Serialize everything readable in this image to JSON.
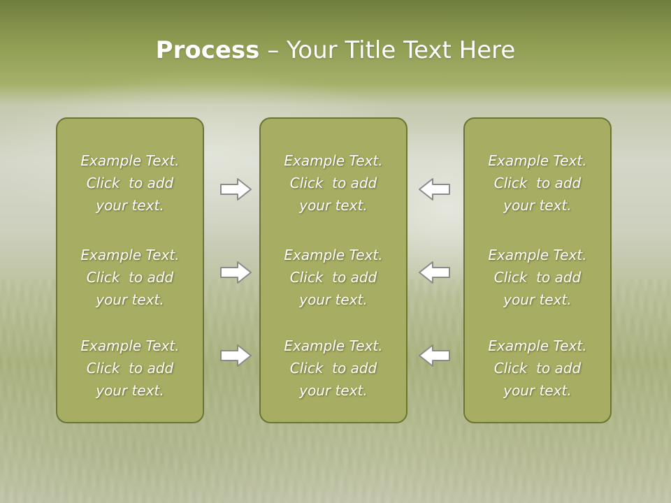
{
  "slide": {
    "title_bold": "Process",
    "title_dash": " – ",
    "title_rest": "Your Title Text Here"
  },
  "columns": [
    {
      "items": [
        {
          "line1": "Example Text.",
          "line2": "Click  to add",
          "line3": "your text."
        },
        {
          "line1": "Example Text.",
          "line2": "Click  to add",
          "line3": "your text."
        },
        {
          "line1": "Example Text.",
          "line2": "Click  to add",
          "line3": "your text."
        }
      ]
    },
    {
      "items": [
        {
          "line1": "Example Text.",
          "line2": "Click  to add",
          "line3": "your text."
        },
        {
          "line1": "Example Text.",
          "line2": "Click  to add",
          "line3": "your text."
        },
        {
          "line1": "Example Text.",
          "line2": "Click  to add",
          "line3": "your text."
        }
      ]
    },
    {
      "items": [
        {
          "line1": "Example Text.",
          "line2": "Click  to add",
          "line3": "your text."
        },
        {
          "line1": "Example Text.",
          "line2": "Click  to add",
          "line3": "your text."
        },
        {
          "line1": "Example Text.",
          "line2": "Click  to add",
          "line3": "your text."
        }
      ]
    }
  ],
  "arrows": {
    "left_to_middle": "right-arrow-icon",
    "right_to_middle": "left-arrow-icon"
  },
  "colors": {
    "panel_fill": "#a7ad62",
    "panel_border": "#6c7433",
    "arrow_fill": "#ffffff",
    "arrow_stroke": "#8a8a8a",
    "text": "#ffffff"
  }
}
